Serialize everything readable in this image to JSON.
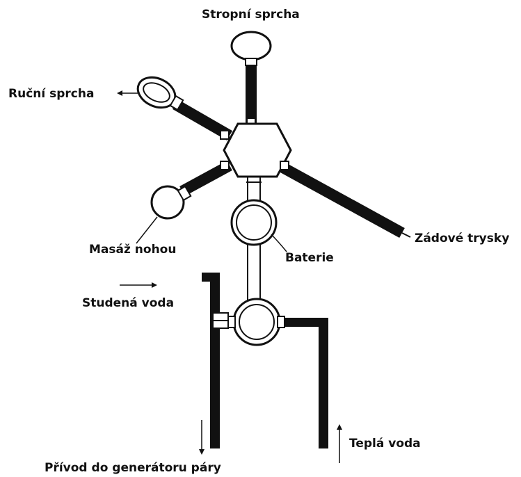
{
  "labels": {
    "overhead_shower": "Stropní sprcha",
    "hand_shower": "Ruční sprcha",
    "back_jets": "Zádové trysky",
    "foot_massage": "Masáž nohou",
    "mixer": "Baterie",
    "cold_water": "Studená voda",
    "hot_water": "Teplá voda",
    "steam_supply": "Přívod do generátoru páry"
  },
  "colors": {
    "line": "#111111",
    "background": "#ffffff"
  }
}
